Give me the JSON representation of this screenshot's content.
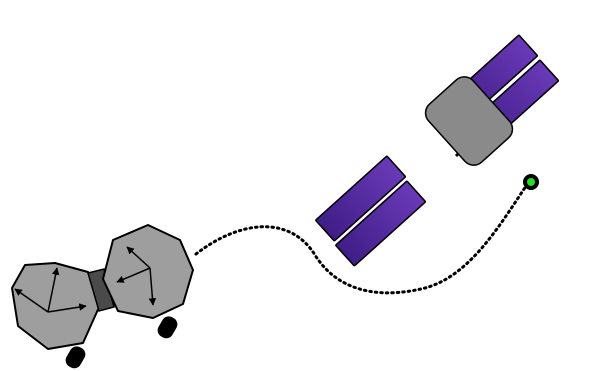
{
  "figure": {
    "background": "#ffffff",
    "elements": [
      "robot",
      "space-station",
      "trajectory",
      "target-point"
    ]
  },
  "robot": {
    "body_color": "#9e9e9e",
    "connector_color": "#4a4a4a",
    "outline_color": "#000000",
    "wheel_color": "#000000",
    "left_module_vectors": 3,
    "right_module_vectors": 3
  },
  "station": {
    "body_color": "#8a8a8a",
    "panel_color": "#5a2aa6",
    "panel_shade_color": "#3a1a78",
    "panel_count": 4
  },
  "trajectory": {
    "style": "dotted",
    "color": "#000000"
  },
  "target": {
    "fill_color": "#22dd22",
    "ring_color": "#000000"
  }
}
